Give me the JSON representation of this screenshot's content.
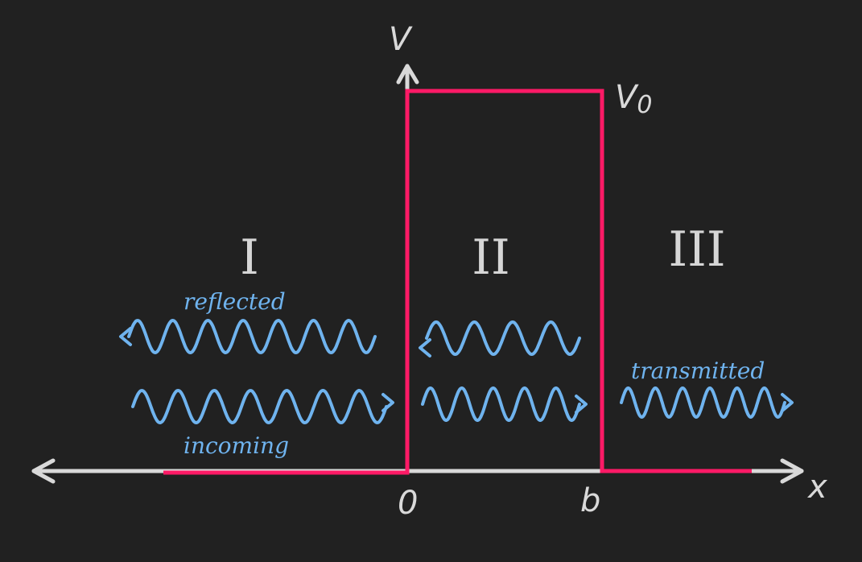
{
  "axes": {
    "x_label": "x",
    "y_label": "V",
    "origin_label": "0",
    "barrier_end_label": "b",
    "barrier_height_label": "V0"
  },
  "regions": [
    "I",
    "II",
    "III"
  ],
  "wave_labels": {
    "reflected": "reflected",
    "incoming": "incoming",
    "transmitted": "transmitted"
  },
  "colors": {
    "background": "#212121",
    "axis": "#d9d9d9",
    "potential": "#ff1a66",
    "waves": "#6fb3ee"
  }
}
